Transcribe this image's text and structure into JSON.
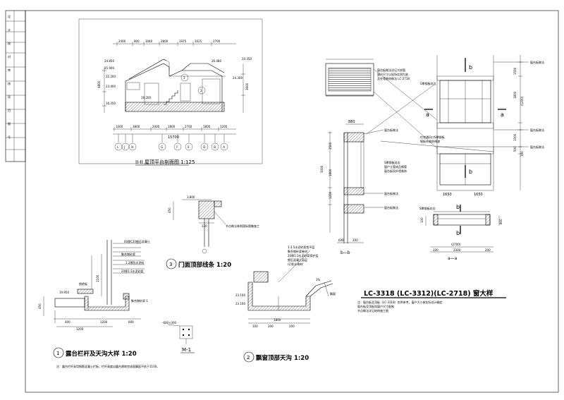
{
  "drawing_title": "LC-3318 (LC-3312)(LC-2718) 窗大样",
  "section_title": "II-II 屋顶平台剖面图 1:125",
  "detail1_title": "露台栏杆及天沟大样 1:20",
  "detail2_title": "飘窗顶部天沟 1:20",
  "detail3_title": "门面顶部线条 1:20",
  "m1_label": "M-1",
  "bb_label": "b—b",
  "aa_label": "a—a",
  "label_a": "a",
  "label_b": "b",
  "section_top_dims": [
    "2400",
    "800",
    "3040",
    "2800",
    "1975",
    "1625",
    "2700"
  ],
  "section_bottom_dims": [
    "1000",
    "3800",
    "2000",
    "1800",
    "2700",
    "1800",
    "1200"
  ],
  "section_total": "15700",
  "grid_axes": [
    "L",
    "J",
    "H",
    "G",
    "F",
    "E",
    "D",
    "B",
    "A"
  ],
  "elev_labels": [
    "24.850",
    "25.900",
    "26.480",
    "24.350",
    "22.200",
    "23.400",
    "24.300",
    "19.200",
    "16.350"
  ],
  "window_top_dims": [
    "880"
  ],
  "window_left_dims": [
    "1500",
    "3000",
    "1800",
    "1200"
  ],
  "window_right_dims": [
    "1500",
    "1800",
    "(1200)",
    "1000",
    "500",
    "100"
  ],
  "window_bottom_dims": [
    "1650",
    "1650"
  ],
  "aa_dims": [
    "(2700)",
    "3300",
    "100",
    "200"
  ],
  "bb_bottom_dims": [
    "600",
    "200"
  ],
  "window_notes": [
    "注：窗台板及顶板（LC-3318）仅供参考，窗户大小按实际设计确定",
    "窗台板及顶板同窗户尺寸配制",
    "节点做法详见结构施工图"
  ],
  "bottom_note": "注：露台栏杆采用钢筋混凝土栏板，栏杆高度自露台建筑完成面算起不低于1100。",
  "detail_note": "节点做法参照国标图集施工",
  "sheet_side_labels": [
    "设",
    "计",
    "校",
    "对",
    "审",
    "核",
    "项",
    "目",
    "图",
    "号"
  ]
}
